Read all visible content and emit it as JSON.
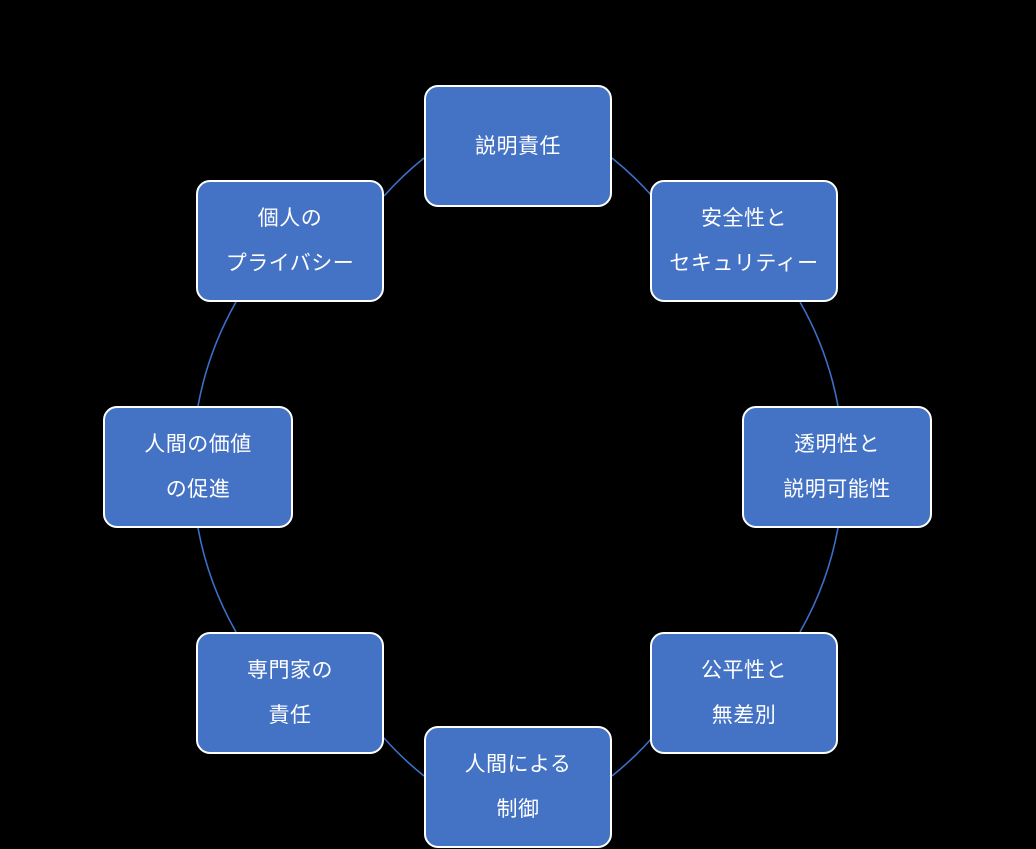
{
  "diagram": {
    "type": "cycle",
    "title": "",
    "background_color": "#000000",
    "node_fill_color": "#4472C4",
    "node_border_color": "#FFFFFF",
    "node_text_color": "#FFFFFF",
    "connector_color": "#3B6FC9",
    "connector_style": "thin-arc",
    "node_count": 8,
    "nodes": [
      {
        "id": "accountability",
        "position": "top",
        "lines": [
          "説明責任"
        ]
      },
      {
        "id": "safety-and-security",
        "position": "top-right",
        "lines": [
          "安全性と",
          "セキュリティー"
        ]
      },
      {
        "id": "transparency-and-explainability",
        "position": "right",
        "lines": [
          "透明性と",
          "説明可能性"
        ]
      },
      {
        "id": "fairness-and-non-discrimination",
        "position": "bottom-right",
        "lines": [
          "公平性と",
          "無差別"
        ]
      },
      {
        "id": "human-control",
        "position": "bottom",
        "lines": [
          "人間による",
          "制御"
        ]
      },
      {
        "id": "professional-responsibility",
        "position": "bottom-left",
        "lines": [
          "専門家の",
          "責任"
        ]
      },
      {
        "id": "promotion-of-human-values",
        "position": "left",
        "lines": [
          "人間の価値",
          "の促進"
        ]
      },
      {
        "id": "individual-privacy",
        "position": "top-left",
        "lines": [
          "個人の",
          "プライバシー"
        ]
      }
    ]
  }
}
